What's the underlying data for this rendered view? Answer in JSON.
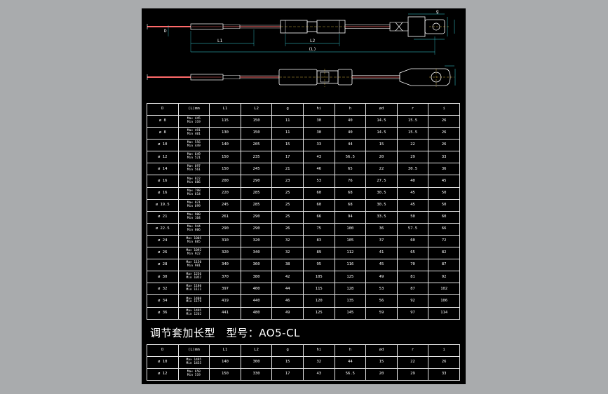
{
  "drawing": {
    "labels": {
      "l1": "L1",
      "l2": "L2",
      "l": "(L)",
      "d": "D",
      "g": "g"
    }
  },
  "table_headers": [
    "D",
    "(L)mm",
    "L1",
    "L2",
    "g",
    "hi",
    "h",
    "ød",
    "r",
    "i"
  ],
  "table_main": [
    {
      "D": "ø 8",
      "Lmax": "Ma× 445",
      "Lmin": "Min 319",
      "L1": "115",
      "L2": "150",
      "g": "11",
      "hi": "30",
      "h": "40",
      "d": "14.5",
      "r": "15.5",
      "i": "26"
    },
    {
      "D": "ø 8",
      "Lmax": "Ma× 491",
      "Lmin": "Min 401",
      "L1": "130",
      "L2": "150",
      "g": "11",
      "hi": "30",
      "h": "40",
      "d": "14.5",
      "r": "15.5",
      "i": "26"
    },
    {
      "D": "ø 10",
      "Lmax": "Ma× 556",
      "Lmin": "Min 449",
      "L1": "140",
      "L2": "205",
      "g": "15",
      "hi": "33",
      "h": "44",
      "d": "15",
      "r": "22",
      "i": "26"
    },
    {
      "D": "ø 12",
      "Lmax": "Ma× 649",
      "Lmin": "Min 521",
      "L1": "150",
      "L2": "235",
      "g": "17",
      "hi": "43",
      "h": "56.5",
      "d": "20",
      "r": "29",
      "i": "33"
    },
    {
      "D": "ø 14",
      "Lmax": "Ma× 697",
      "Lmin": "Min 561",
      "L1": "150",
      "L2": "245",
      "g": "21",
      "hi": "46",
      "h": "65",
      "d": "22",
      "r": "30.5",
      "i": "36"
    },
    {
      "D": "ø 16",
      "Lmax": "Ma× 822",
      "Lmin": "Min 686",
      "L1": "200",
      "L2": "290",
      "g": "23",
      "hi": "53",
      "h": "76",
      "d": "27.5",
      "r": "40",
      "i": "45"
    },
    {
      "D": "ø 16",
      "Lmax": "Ma× 798",
      "Lmin": "Min 614",
      "L1": "220",
      "L2": "285",
      "g": "25",
      "hi": "60",
      "h": "68",
      "d": "30.5",
      "r": "45",
      "i": "50"
    },
    {
      "D": "ø 19.5",
      "Lmax": "Ma× 821",
      "Lmin": "Min 699",
      "L1": "245",
      "L2": "285",
      "g": "25",
      "hi": "60",
      "h": "68",
      "d": "30.5",
      "r": "45",
      "i": "50"
    },
    {
      "D": "ø 21",
      "Lmax": "Ma× 900",
      "Lmin": "Min 164",
      "L1": "261",
      "L2": "290",
      "g": "25",
      "hi": "66",
      "h": "94",
      "d": "33.5",
      "r": "50",
      "i": "60"
    },
    {
      "D": "ø 22.5",
      "Lmax": "Ma× 944",
      "Lmin": "Min 806",
      "L1": "290",
      "L2": "290",
      "g": "26",
      "hi": "75",
      "h": "100",
      "d": "36",
      "r": "57.5",
      "i": "66"
    },
    {
      "D": "ø 24",
      "Lmax": "Ma× 1005",
      "Lmin": "Min 885",
      "L1": "310",
      "L2": "320",
      "g": "32",
      "hi": "83",
      "h": "105",
      "d": "37",
      "r": "60",
      "i": "72"
    },
    {
      "D": "ø 26",
      "Lmax": "Ma× 1092",
      "Lmin": "Min 922",
      "L1": "320",
      "L2": "340",
      "g": "32",
      "hi": "89",
      "h": "112",
      "d": "41",
      "r": "65",
      "i": "82"
    },
    {
      "D": "ø 28",
      "Lmax": "Ma× 1150",
      "Lmin": "Min 981",
      "L1": "340",
      "L2": "360",
      "g": "38",
      "hi": "95",
      "h": "116",
      "d": "45",
      "r": "70",
      "i": "87"
    },
    {
      "D": "ø 30",
      "Lmax": "Ma× 1236",
      "Lmin": "Min 1052",
      "L1": "370",
      "L2": "380",
      "g": "42",
      "hi": "105",
      "h": "125",
      "d": "49",
      "r": "81",
      "i": "92"
    },
    {
      "D": "ø 32",
      "Lmax": "Ma× 1180",
      "Lmin": "Min 1111",
      "L1": "397",
      "L2": "400",
      "g": "44",
      "hi": "115",
      "h": "128",
      "d": "53",
      "r": "87",
      "i": "102"
    },
    {
      "D": "ø 34",
      "Lmax": "Ma× 1408",
      "Lmin": "Min 1179",
      "L1": "419",
      "L2": "440",
      "g": "46",
      "hi": "120",
      "h": "135",
      "d": "56",
      "r": "92",
      "i": "106"
    },
    {
      "D": "ø 36",
      "Lmax": "Ma× 1495",
      "Lmin": "Min 1262",
      "L1": "441",
      "L2": "480",
      "g": "49",
      "hi": "125",
      "h": "145",
      "d": "59",
      "r": "97",
      "i": "114"
    }
  ],
  "variant_title": "调节套加长型   型号：AO5-CL",
  "table_variant": [
    {
      "D": "ø 10",
      "Lmax": "Ma× 1495",
      "Lmin": "Min 1455",
      "L1": "140",
      "L2": "300",
      "g": "15",
      "hi": "32",
      "h": "44",
      "d": "15",
      "r": "22",
      "i": "26"
    },
    {
      "D": "ø 12",
      "Lmax": "Ma× 650",
      "Lmin": "Min 519",
      "L1": "150",
      "L2": "330",
      "g": "17",
      "hi": "43",
      "h": "56.5",
      "d": "20",
      "r": "29",
      "i": "33"
    }
  ]
}
